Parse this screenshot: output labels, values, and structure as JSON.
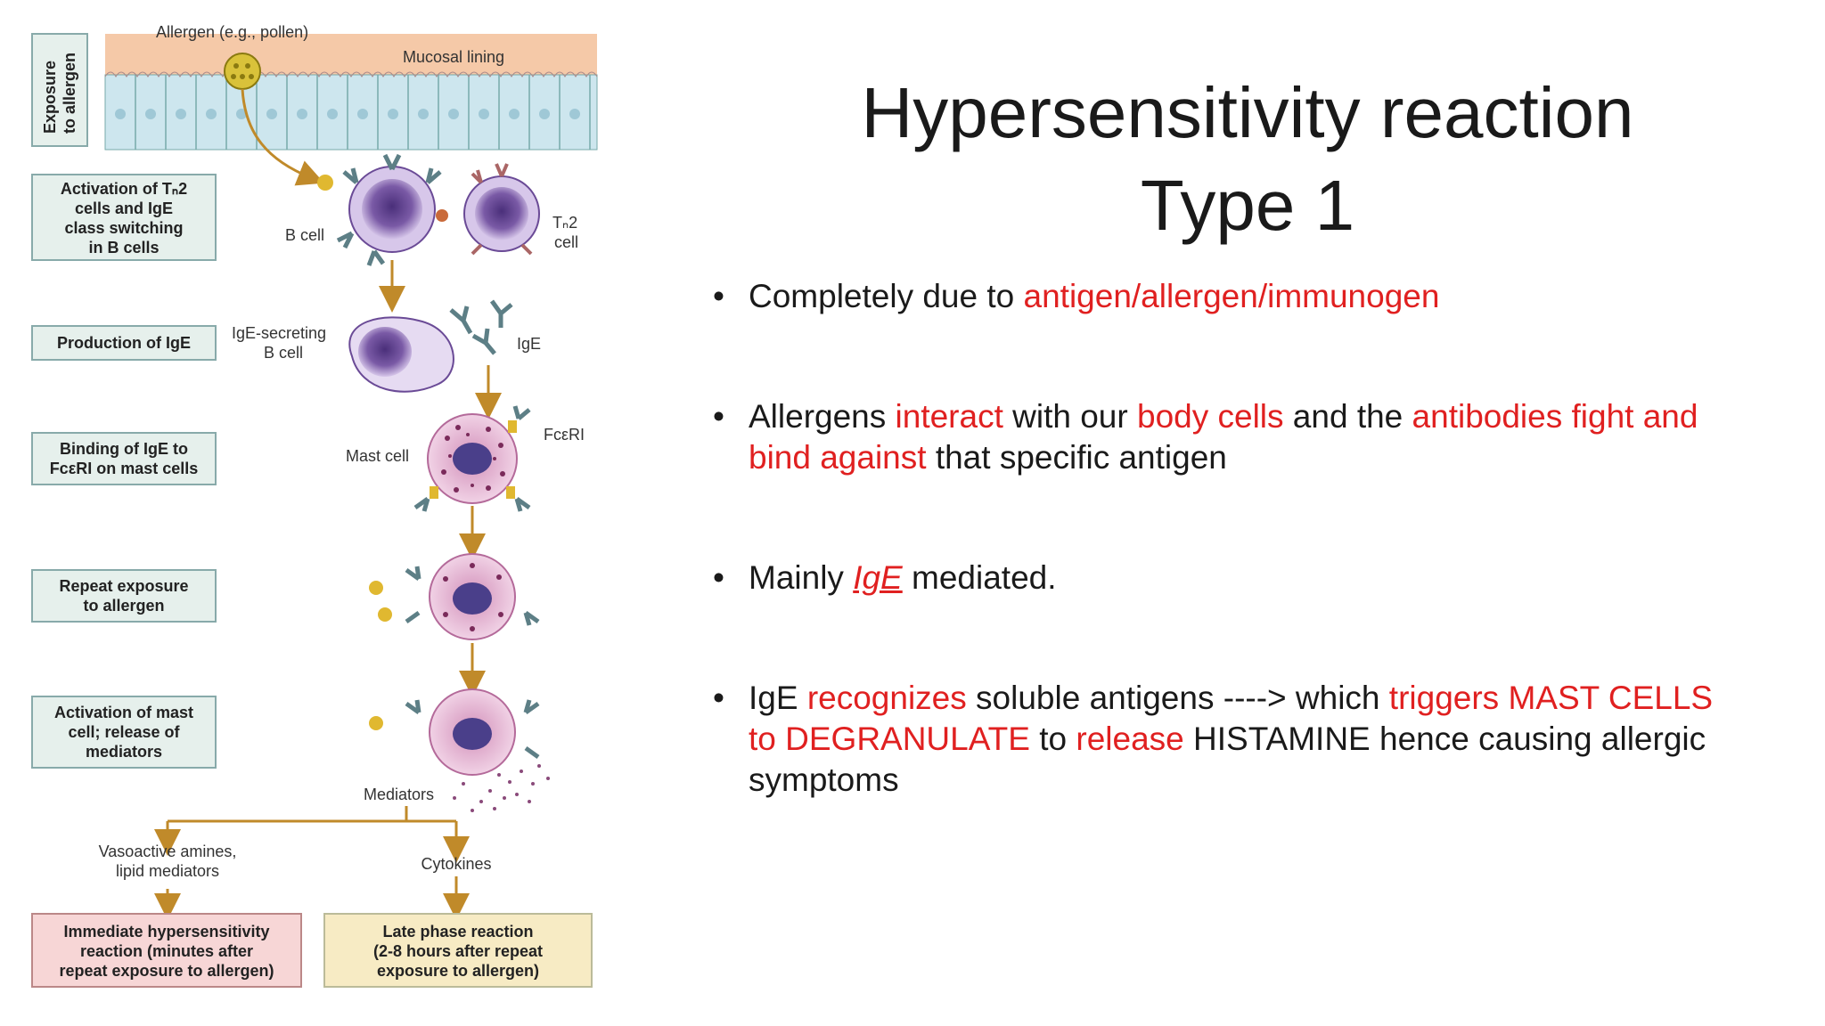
{
  "slide": {
    "title_line1": "Hypersensitivity reaction",
    "title_line2": "Type 1"
  },
  "bullets": [
    {
      "segments": [
        {
          "text": "Completely due to ",
          "style": "normal"
        },
        {
          "text": "antigen/allergen/immunogen",
          "style": "red"
        }
      ]
    },
    {
      "segments": [
        {
          "text": "Allergens ",
          "style": "normal"
        },
        {
          "text": "interact",
          "style": "red"
        },
        {
          "text": " with our ",
          "style": "normal"
        },
        {
          "text": "body cells",
          "style": "red"
        },
        {
          "text": " and the ",
          "style": "normal"
        },
        {
          "text": "antibodies fight and bind against",
          "style": "red"
        },
        {
          "text": " that specific antigen",
          "style": "normal"
        }
      ]
    },
    {
      "segments": [
        {
          "text": "Mainly ",
          "style": "normal"
        },
        {
          "text": "IgE",
          "style": "link"
        },
        {
          "text": " mediated.",
          "style": "normal"
        }
      ]
    },
    {
      "segments": [
        {
          "text": "IgE ",
          "style": "normal"
        },
        {
          "text": "recognizes",
          "style": "red"
        },
        {
          "text": " soluble antigens ----> which ",
          "style": "normal"
        },
        {
          "text": "triggers MAST CELLS to DEGRANULATE",
          "style": "red"
        },
        {
          "text": " to ",
          "style": "normal"
        },
        {
          "text": "release",
          "style": "red"
        },
        {
          "text": " HISTAMINE hence causing allergic symptoms",
          "style": "normal"
        }
      ]
    }
  ],
  "diagram": {
    "exposure_label_line1": "Exposure",
    "exposure_label_line2": "to allergen",
    "allergen_label": "Allergen (e.g., pollen)",
    "mucosal_label": "Mucosal lining",
    "steps": [
      {
        "id": "activation-th2",
        "lines": [
          "Activation of Tₙ2",
          "cells and IgE",
          "class switching",
          "in B cells"
        ]
      },
      {
        "id": "production-ige",
        "lines": [
          "Production of IgE"
        ]
      },
      {
        "id": "binding-ige",
        "lines": [
          "Binding of IgE to",
          "FcεRI on mast cells"
        ]
      },
      {
        "id": "repeat-exposure",
        "lines": [
          "Repeat exposure",
          "to allergen"
        ]
      },
      {
        "id": "activation-mast",
        "lines": [
          "Activation of mast",
          "cell; release of",
          "mediators"
        ]
      }
    ],
    "b_cell_label": "B cell",
    "th2_label_line1": "Tₙ2",
    "th2_label_line2": "cell",
    "ige_secreting_line1": "IgE-secreting",
    "ige_secreting_line2": "B cell",
    "ige_label": "IgE",
    "fceri_label": "FcεRI",
    "mast_cell_label": "Mast cell",
    "mediators_label": "Mediators",
    "vasoactive_line1": "Vasoactive amines,",
    "vasoactive_line2": "lipid mediators",
    "cytokines_label": "Cytokines",
    "immediate_lines": [
      "Immediate hypersensitivity",
      "reaction (minutes after",
      "repeat exposure to allergen)"
    ],
    "late_lines": [
      "Late phase reaction",
      "(2-8 hours after repeat",
      "exposure to allergen)"
    ],
    "colors": {
      "step_box_fill": "#e6f0ec",
      "immediate_fill": "#f7d6d6",
      "late_fill": "#f7ebc4",
      "arrow": "#c08a2a",
      "cell_purple": "#7a5aa6",
      "mast_pink": "#c98ab8",
      "mucosa_top": "#f5c9a8",
      "epithelium": "#cde6ee"
    }
  }
}
